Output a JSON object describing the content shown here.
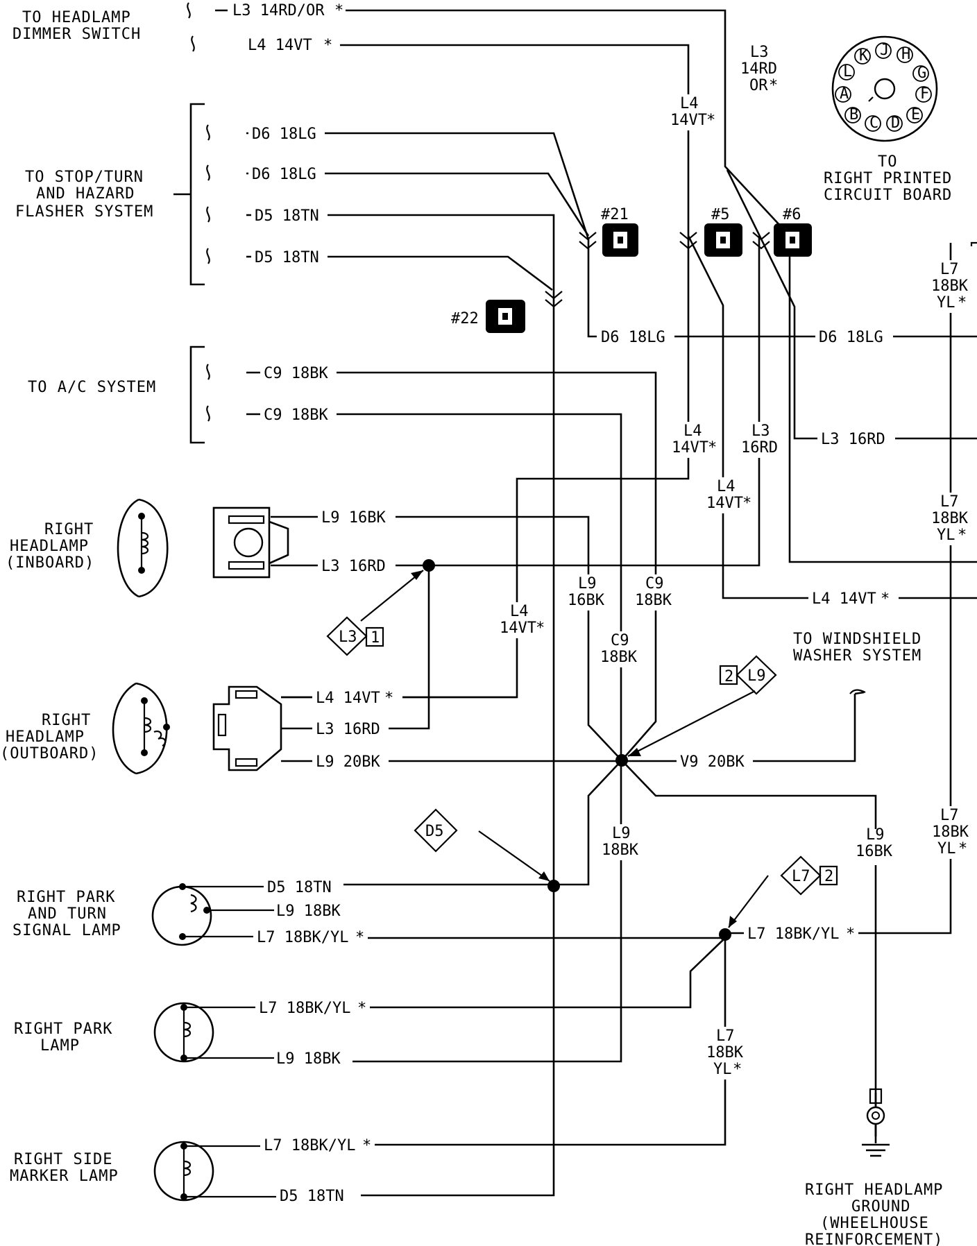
{
  "systems": {
    "headlamp_dimmer": [
      "TO HEADLAMP",
      "DIMMER SWITCH"
    ],
    "stop_turn": [
      "TO STOP/TURN",
      "AND HAZARD",
      "FLASHER SYSTEM"
    ],
    "ac": "TO A/C SYSTEM",
    "printed_circuit": [
      "TO",
      "RIGHT PRINTED",
      "CIRCUIT BOARD"
    ],
    "windshield": [
      "TO WINDSHIELD",
      "WASHER SYSTEM"
    ]
  },
  "components": {
    "headlamp_inboard": [
      "RIGHT",
      "HEADLAMP",
      "(INBOARD)"
    ],
    "headlamp_outboard": [
      "RIGHT",
      "HEADLAMP",
      "(OUTBOARD)"
    ],
    "park_turn": [
      "RIGHT PARK",
      "AND TURN",
      "SIGNAL LAMP"
    ],
    "park": [
      "RIGHT PARK",
      "LAMP"
    ],
    "side_marker": [
      "RIGHT SIDE",
      "MARKER LAMP"
    ],
    "ground": [
      "RIGHT HEADLAMP",
      "GROUND",
      "(WHEELHOUSE",
      "REINFORCEMENT)"
    ]
  },
  "connector_pins": [
    "K",
    "J",
    "H",
    "L",
    "G",
    "A",
    "F",
    "B",
    "C",
    "D",
    "E"
  ],
  "connectors": {
    "c21": "#21",
    "c5": "#5",
    "c6": "#6",
    "c22": "#22"
  },
  "wires": {
    "l3_top": "L3 14RD/OR",
    "l4_top": "L4 14VT",
    "d6_1": "D6 18LG",
    "d6_2": "D6 18LG",
    "d5_1": "D5 18TN",
    "d5_2": "D5 18TN",
    "c9_1": "C9 18BK",
    "c9_2": "C9 18BK",
    "d6_mid": "D6 18LG",
    "d6_right": "D6 18LG",
    "l3_right": "L3 16RD",
    "l4_right": "L4 14VT",
    "l9_inb": "L9 16BK",
    "l3_inb": "L3 16RD",
    "l4_outb": "L4 14VT",
    "l3_outb": "L3 16RD",
    "l9_outb": "L9 20BK",
    "v9": "V9 20BK",
    "d5_park": "D5 18TN",
    "l9_park": "L9 18BK",
    "l7_park": "L7 18BK/YL",
    "l7_right": "L7 18BK/YL",
    "l7_parklamp": "L7 18BK/YL",
    "l9_parklamp": "L9 18BK",
    "l7_marker": "L7 18BK/YL",
    "d5_marker": "D5 18TN"
  },
  "vlabels": {
    "l3_14rd_or": [
      "L3",
      "14RD",
      "OR"
    ],
    "l4_14vt_a": [
      "L4",
      "14VT"
    ],
    "l7_top": [
      "L7",
      "18BK",
      "YL"
    ],
    "l4_14vt_b": [
      "L4",
      "14VT"
    ],
    "l3_16rd": [
      "L3",
      "16RD"
    ],
    "l4_14vt_c": [
      "L4",
      "14VT"
    ],
    "l7_mid": [
      "L7",
      "18BK",
      "YL"
    ],
    "l4_14vt_d": [
      "L4",
      "14VT"
    ],
    "l9_16bk": [
      "L9",
      "16BK"
    ],
    "c9_18bk_a": [
      "C9",
      "18BK"
    ],
    "c9_18bk_b": [
      "C9",
      "18BK"
    ],
    "l9_18bk": [
      "L9",
      "18BK"
    ],
    "l9_16bk_b": [
      "L9",
      "16BK"
    ],
    "l7_low": [
      "L7",
      "18BK",
      "YL"
    ],
    "l7_bottom": [
      "L7",
      "18BK",
      "YL"
    ]
  },
  "splices": {
    "l3": [
      "L3",
      "1"
    ],
    "l9": [
      "2",
      "L9"
    ],
    "d5": "D5",
    "l7": [
      "L7",
      "2"
    ]
  },
  "asterisk": "*"
}
